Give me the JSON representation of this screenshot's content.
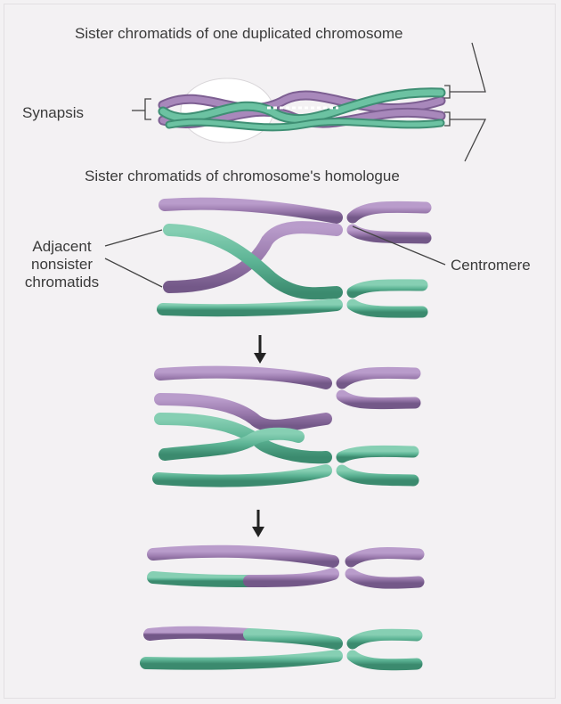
{
  "labels": {
    "top_sister": "Sister chromatids of one duplicated chromosome",
    "synapsis": "Synapsis",
    "bottom_sister": "Sister chromatids of chromosome's homologue",
    "adjacent_line1": "Adjacent",
    "adjacent_line2": "nonsister",
    "adjacent_line3": "chromatids",
    "centromere": "Centromere"
  },
  "colors": {
    "purple": "#9b7bae",
    "purple_dark": "#7d5f92",
    "green": "#5cb394",
    "green_dark": "#3f8f74",
    "background": "#f3f1f3",
    "text": "#3a3a3a",
    "arrow": "#222222"
  }
}
